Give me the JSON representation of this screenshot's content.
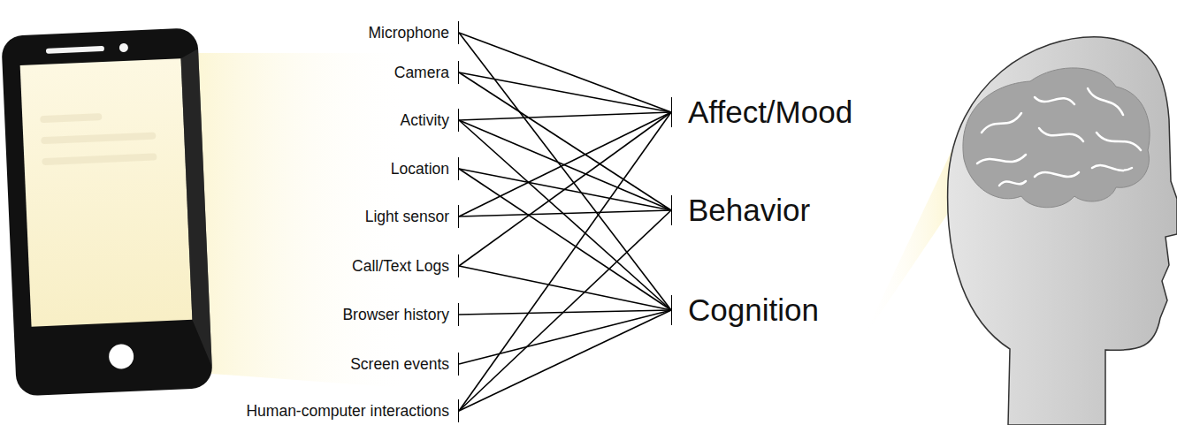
{
  "diagram": {
    "nodes": [
      {
        "text": [
          "Microphone"
        ]
      },
      {
        "text": [
          "Camera"
        ]
      },
      {
        "text": [
          "Activity"
        ]
      },
      {
        "text": [
          "Location"
        ]
      },
      {
        "text": [
          "Light sensor"
        ]
      },
      {
        "text": [
          "Call/Text Logs"
        ]
      },
      {
        "text": [
          "Browser history"
        ]
      },
      {
        "text": [
          "Screen events"
        ]
      },
      {
        "text": [
          "Human-computer interactions"
        ]
      },
      {
        "text": [
          "Affect/Mood"
        ]
      },
      {
        "text": [
          "Behavior"
        ]
      },
      {
        "text": [
          "Cognition"
        ]
      }
    ],
    "edges": [
      {
        "from": 0,
        "to": 9,
        "arrow": "none"
      },
      {
        "from": 0,
        "to": 11,
        "arrow": "none"
      },
      {
        "from": 1,
        "to": 9,
        "arrow": "none"
      },
      {
        "from": 1,
        "to": 10,
        "arrow": "none"
      },
      {
        "from": 2,
        "to": 9,
        "arrow": "none"
      },
      {
        "from": 2,
        "to": 10,
        "arrow": "none"
      },
      {
        "from": 2,
        "to": 11,
        "arrow": "none"
      },
      {
        "from": 3,
        "to": 10,
        "arrow": "none"
      },
      {
        "from": 3,
        "to": 11,
        "arrow": "none"
      },
      {
        "from": 4,
        "to": 9,
        "arrow": "none"
      },
      {
        "from": 4,
        "to": 10,
        "arrow": "none"
      },
      {
        "from": 5,
        "to": 9,
        "arrow": "none"
      },
      {
        "from": 5,
        "to": 11,
        "arrow": "none"
      },
      {
        "from": 6,
        "to": 11,
        "arrow": "none"
      },
      {
        "from": 7,
        "to": 11,
        "arrow": "none"
      },
      {
        "from": 8,
        "to": 9,
        "arrow": "none"
      },
      {
        "from": 8,
        "to": 10,
        "arrow": "none"
      },
      {
        "from": 8,
        "to": 11,
        "arrow": "none"
      }
    ]
  }
}
